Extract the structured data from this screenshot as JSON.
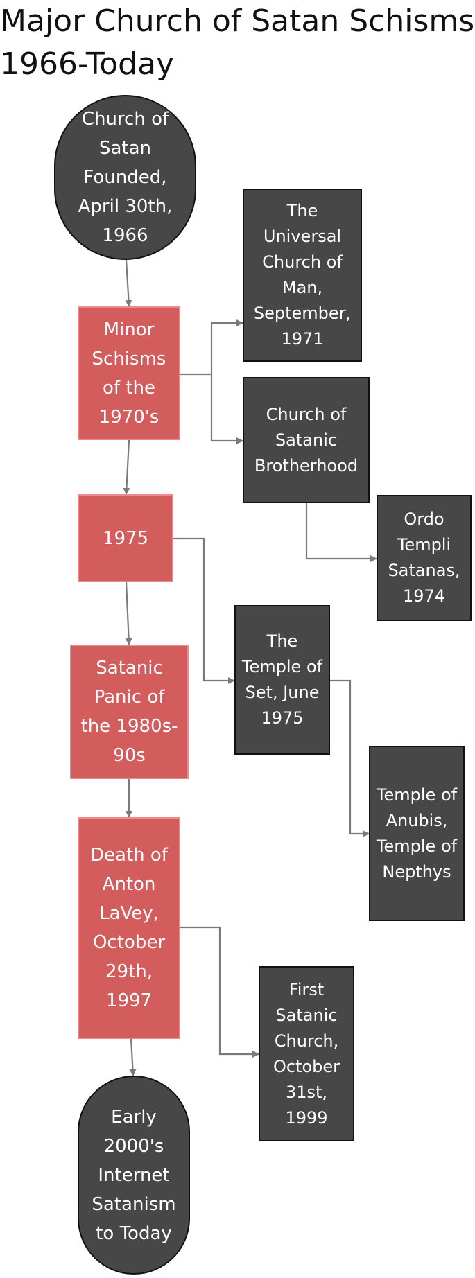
{
  "title": {
    "line1": "Major Church of Satan Schisms,",
    "line2": "1966-Today"
  },
  "nodes": {
    "founded": "Church of Satan Founded, April 30th, 1966",
    "minor_schisms": "Minor Schisms of the 1970's",
    "universal_church": "The Universal Church of Man, September, 1971",
    "satanic_brotherhood": "Church of Satanic Brotherhood",
    "ordo_templi": "Ordo Templi Satanas, 1974",
    "y1975": "1975",
    "temple_of_set": "The Temple of Set, June 1975",
    "temple_anubis": "Temple of Anubis, Temple of Nepthys",
    "satanic_panic": "Satanic Panic of the 1980s-90s",
    "death_lavey": "Death of Anton LaVey, October 29th, 1997",
    "first_satanic": "First Satanic Church, October 31st, 1999",
    "internet_satanism": "Early 2000's Internet Satanism to Today"
  },
  "colors": {
    "main_timeline_fill": "#d35c5c",
    "main_timeline_border": "#ef8a8a",
    "branch_fill": "#474747",
    "branch_border": "#111111",
    "connector": "#7a7a7a"
  }
}
